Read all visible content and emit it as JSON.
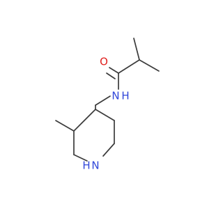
{
  "molecule": {
    "atoms": {
      "oxygen": {
        "label": "O",
        "color": "#e0211e"
      },
      "amide_nitrogen": {
        "label": "N",
        "color": "#3046d9"
      },
      "amide_hydrogen": {
        "label": "H",
        "color": "#3046d9"
      },
      "ring_nitrogen": {
        "label": "N",
        "color": "#3046d9"
      },
      "ring_hydrogen": {
        "label": "H",
        "color": "#3046d9"
      }
    },
    "bond_color": "#3b3b3b",
    "background": "#ffffff"
  }
}
